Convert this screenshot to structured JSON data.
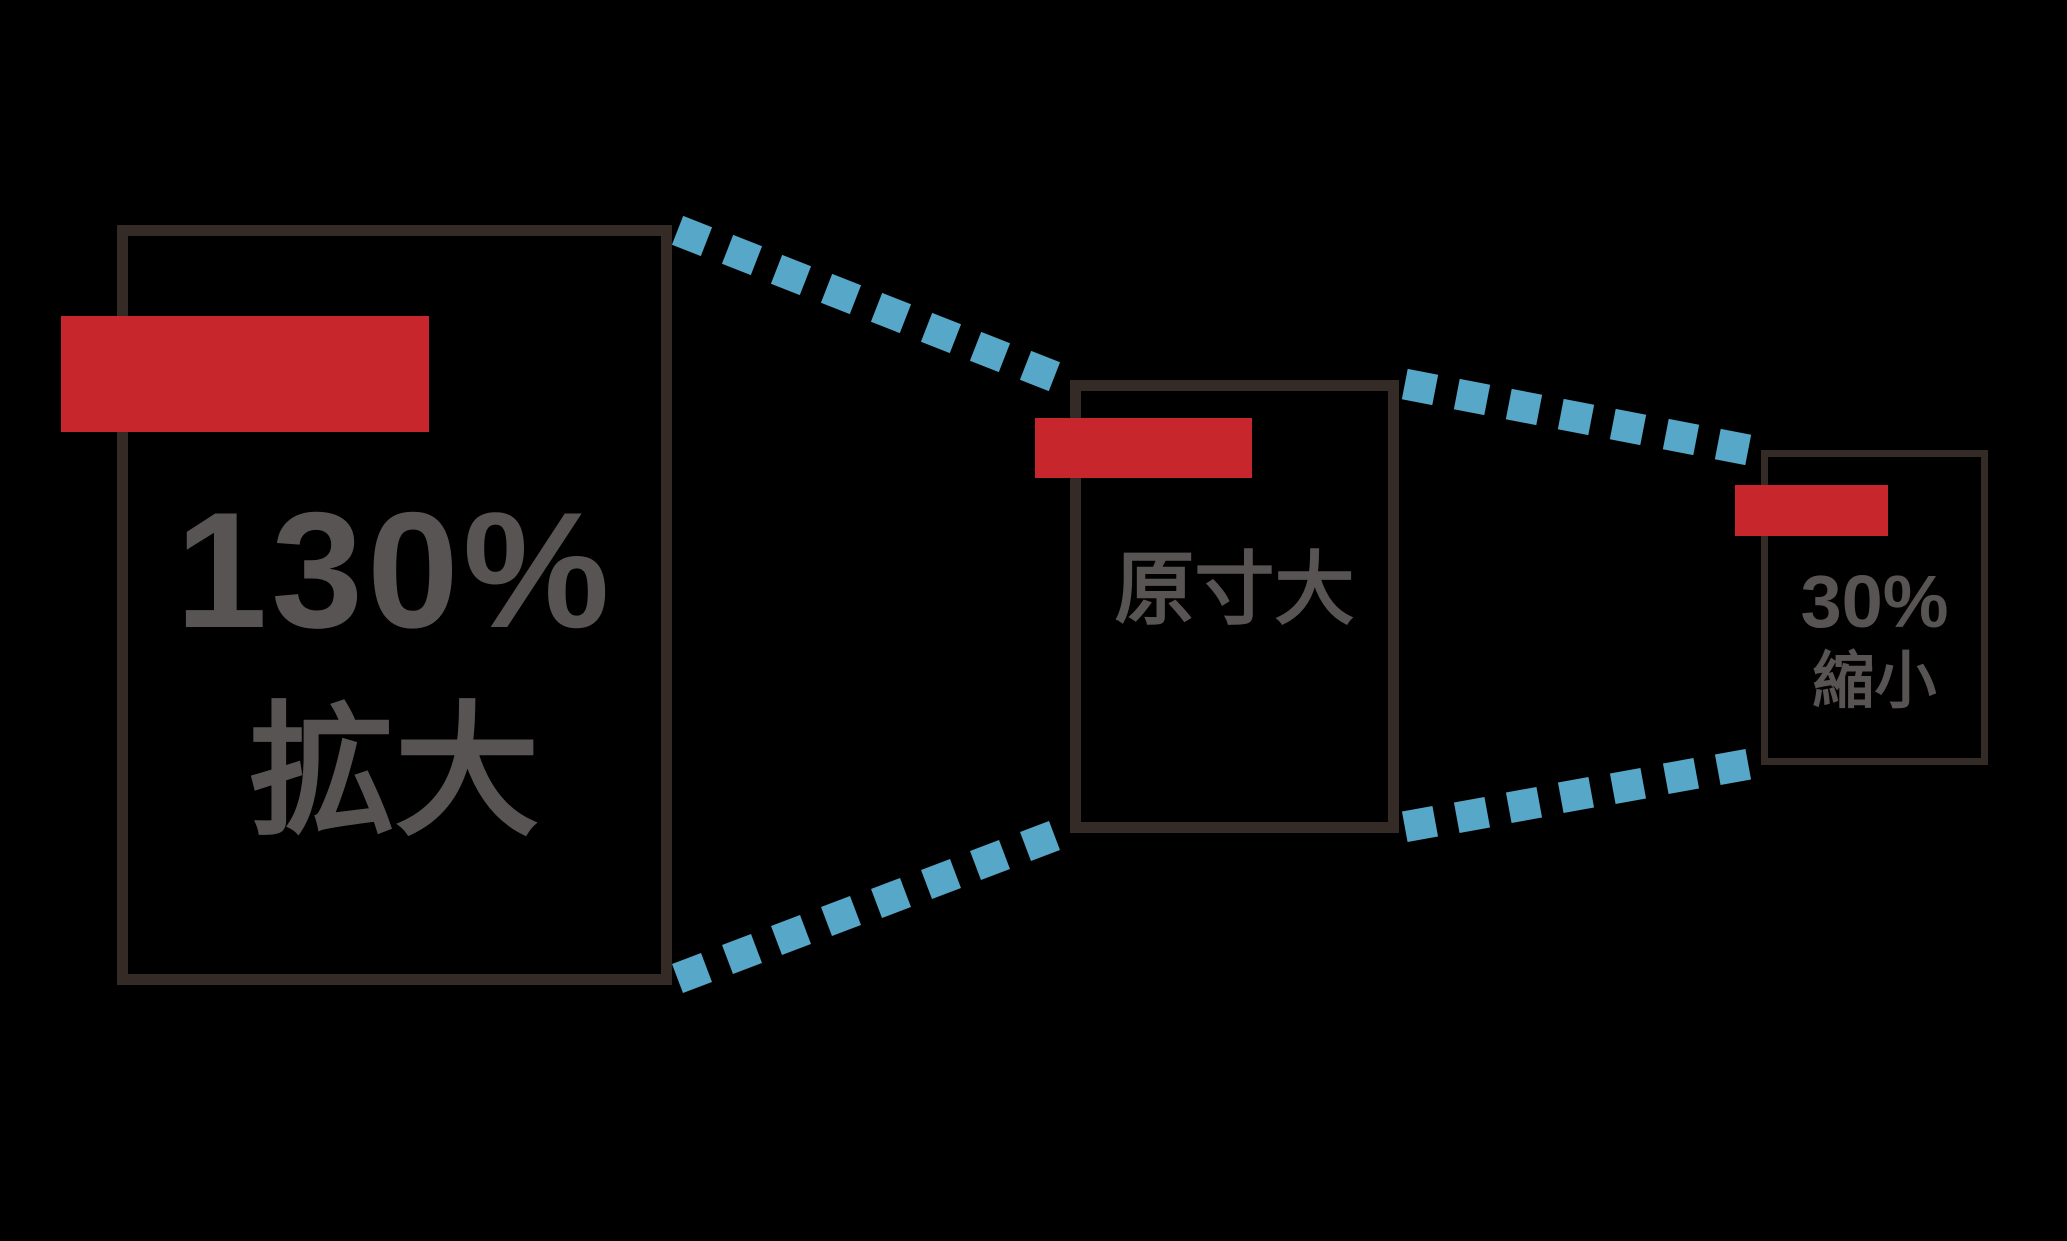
{
  "diagram": {
    "pages": [
      {
        "id": "enlarged",
        "percent_label": "130%",
        "action_label": "拡大"
      },
      {
        "id": "original",
        "size_label": "原寸大"
      },
      {
        "id": "reduced",
        "percent_label": "30%",
        "action_label": "縮小"
      }
    ]
  },
  "colors": {
    "background": "#000000",
    "accent_red": "#c8262d",
    "dash_blue": "#57a8c8",
    "frame_dark": "#352b26",
    "label_gray": "#585454"
  }
}
